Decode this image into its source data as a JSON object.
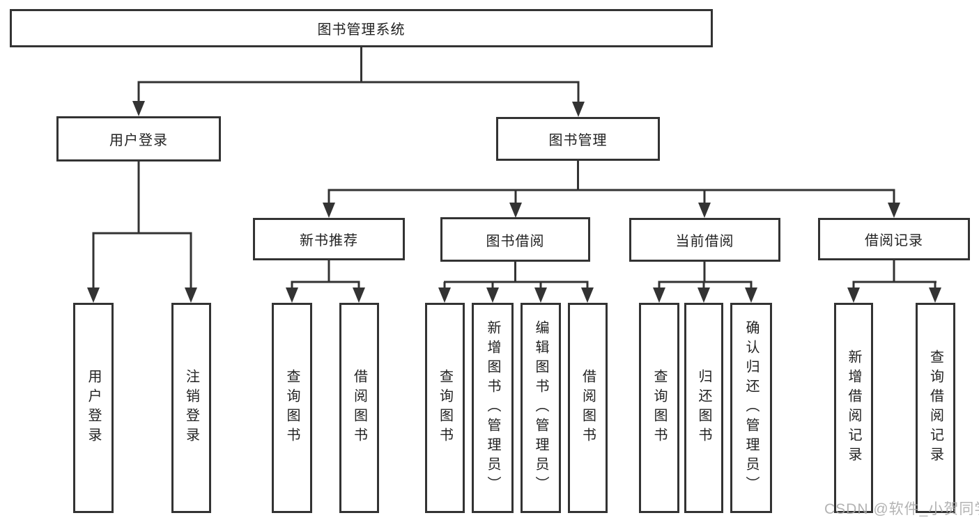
{
  "tree": {
    "root": {
      "label": "图书管理系统"
    },
    "branches": [
      {
        "label": "用户登录",
        "children": [
          {
            "label": "用户登录"
          },
          {
            "label": "注销登录"
          }
        ]
      },
      {
        "label": "图书管理",
        "children": [
          {
            "label": "新书推荐",
            "children": [
              {
                "label": "查询图书"
              },
              {
                "label": "借阅图书"
              }
            ]
          },
          {
            "label": "图书借阅",
            "children": [
              {
                "label": "查询图书"
              },
              {
                "label": "新增图书（管理员）"
              },
              {
                "label": "编辑图书（管理员）"
              },
              {
                "label": "借阅图书"
              }
            ]
          },
          {
            "label": "当前借阅",
            "children": [
              {
                "label": "查询图书"
              },
              {
                "label": "归还图书"
              },
              {
                "label": "确认归还（管理员）"
              }
            ]
          },
          {
            "label": "借阅记录",
            "children": [
              {
                "label": "新增借阅记录"
              },
              {
                "label": "查询借阅记录"
              }
            ]
          }
        ]
      }
    ]
  },
  "watermark": {
    "text": "CSDN @软件_小贺同学"
  },
  "colors": {
    "line": "#333333",
    "text": "#222222",
    "watermark": "#a8a8a8",
    "background": "#ffffff"
  }
}
